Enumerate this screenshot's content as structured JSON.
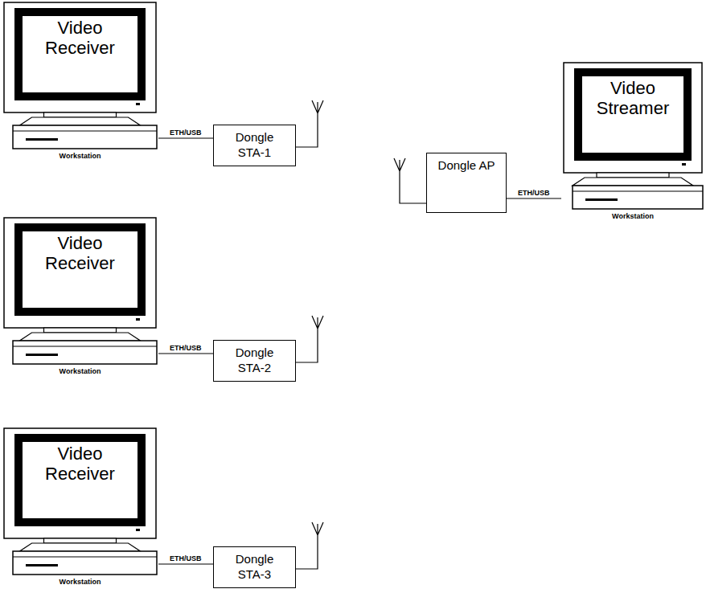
{
  "diagram": {
    "nodes": [
      {
        "text": [
          "Video Receiver",
          "Workstation"
        ]
      },
      {
        "text": [
          "Dongle STA-1"
        ]
      },
      {
        "text": [
          "Video Receiver",
          "Workstation"
        ]
      },
      {
        "text": [
          "Dongle STA-2"
        ]
      },
      {
        "text": [
          "Video Receiver",
          "Workstation"
        ]
      },
      {
        "text": [
          "Dongle STA-3"
        ]
      },
      {
        "text": [
          "Dongle AP"
        ]
      },
      {
        "text": [
          "Video Streamer",
          "Workstation"
        ]
      }
    ],
    "edges": [
      {
        "from": 0,
        "to": 1,
        "arrow": "none",
        "label": "ETH/USB"
      },
      {
        "from": 2,
        "to": 3,
        "arrow": "none",
        "label": "ETH/USB"
      },
      {
        "from": 4,
        "to": 5,
        "arrow": "none",
        "label": "ETH/USB"
      },
      {
        "from": 7,
        "to": 6,
        "arrow": "none",
        "label": "ETH/USB"
      }
    ]
  }
}
